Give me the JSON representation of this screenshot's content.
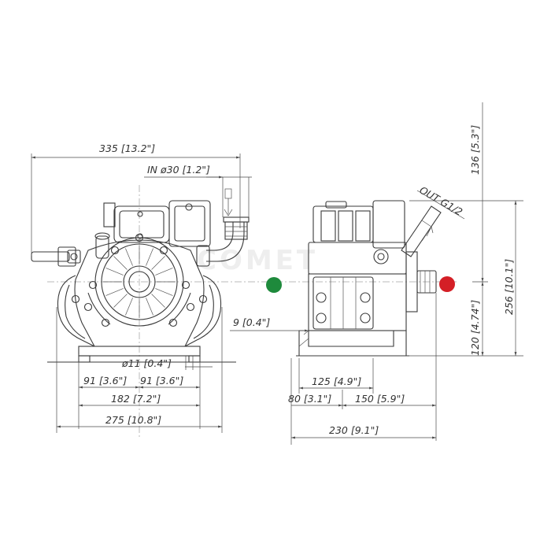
{
  "dimensions": {
    "overall_width": "335 [13.2\"]",
    "inlet": "IN ø30 [1.2\"]",
    "hole": "ø11 [0.4\"]",
    "half_left": "91 [3.6\"]",
    "half_right": "91 [3.6\"]",
    "base_width": "182 [7.2\"]",
    "total_width": "275 [10.8\"]",
    "offset": "9 [0.4\"]",
    "base_length": "125 [4.9\"]",
    "front_offset": "80 [3.1\"]",
    "rear_length": "150 [5.9\"]",
    "total_length": "230 [9.1\"]",
    "top_height": "136 [5.3\"]",
    "total_height": "256 [10.1\"]",
    "shaft_height": "120 [4.74\"]",
    "outlet": "OUT G1/2"
  },
  "markers": {
    "left_color": "#1e8a3c",
    "right_color": "#d41f26"
  },
  "watermark": "COMET"
}
